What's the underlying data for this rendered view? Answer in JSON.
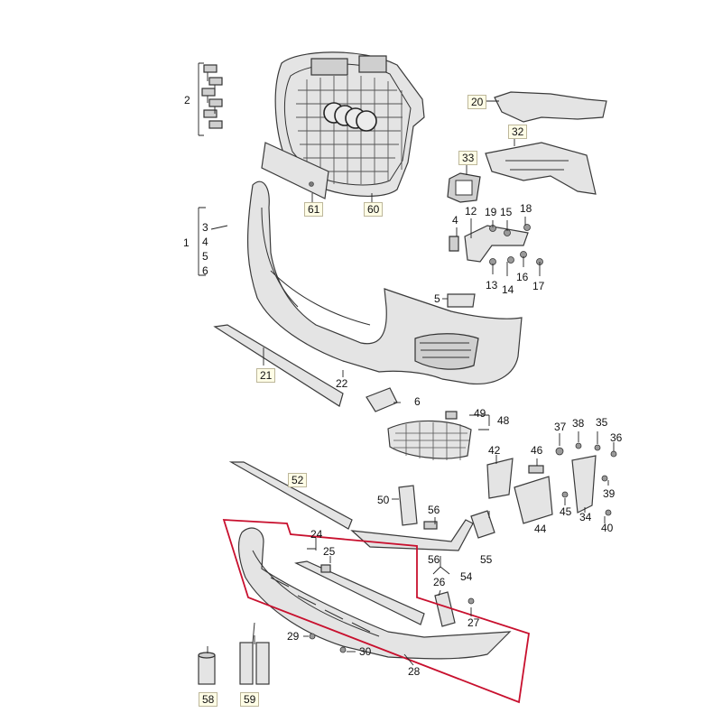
{
  "diagram": {
    "highlight_color": "#c8102e",
    "labels": {
      "l1": "1",
      "l2": "2",
      "l3": "3",
      "l4a": "4",
      "l5a": "5",
      "l6a": "6",
      "l4b": "4",
      "l5b": "5",
      "l6b": "6",
      "l12": "12",
      "l13": "13",
      "l14": "14",
      "l15": "15",
      "l16": "16",
      "l17": "17",
      "l18": "18",
      "l19": "19",
      "l20": "20",
      "l21": "21",
      "l22": "22",
      "l24": "24",
      "l25": "25",
      "l26": "26",
      "l27": "27",
      "l28": "28",
      "l29": "29",
      "l30": "30",
      "l32": "32",
      "l33": "33",
      "l34": "34",
      "l35": "35",
      "l36": "36",
      "l37": "37",
      "l38": "38",
      "l39": "39",
      "l40": "40",
      "l42": "42",
      "l44": "44",
      "l45": "45",
      "l46": "46",
      "l48": "48",
      "l49": "49",
      "l50": "50",
      "l52": "52",
      "l54": "54",
      "l55": "55",
      "l56a": "56",
      "l56b": "56",
      "l58": "58",
      "l59": "59",
      "l60": "60",
      "l61": "61"
    }
  }
}
